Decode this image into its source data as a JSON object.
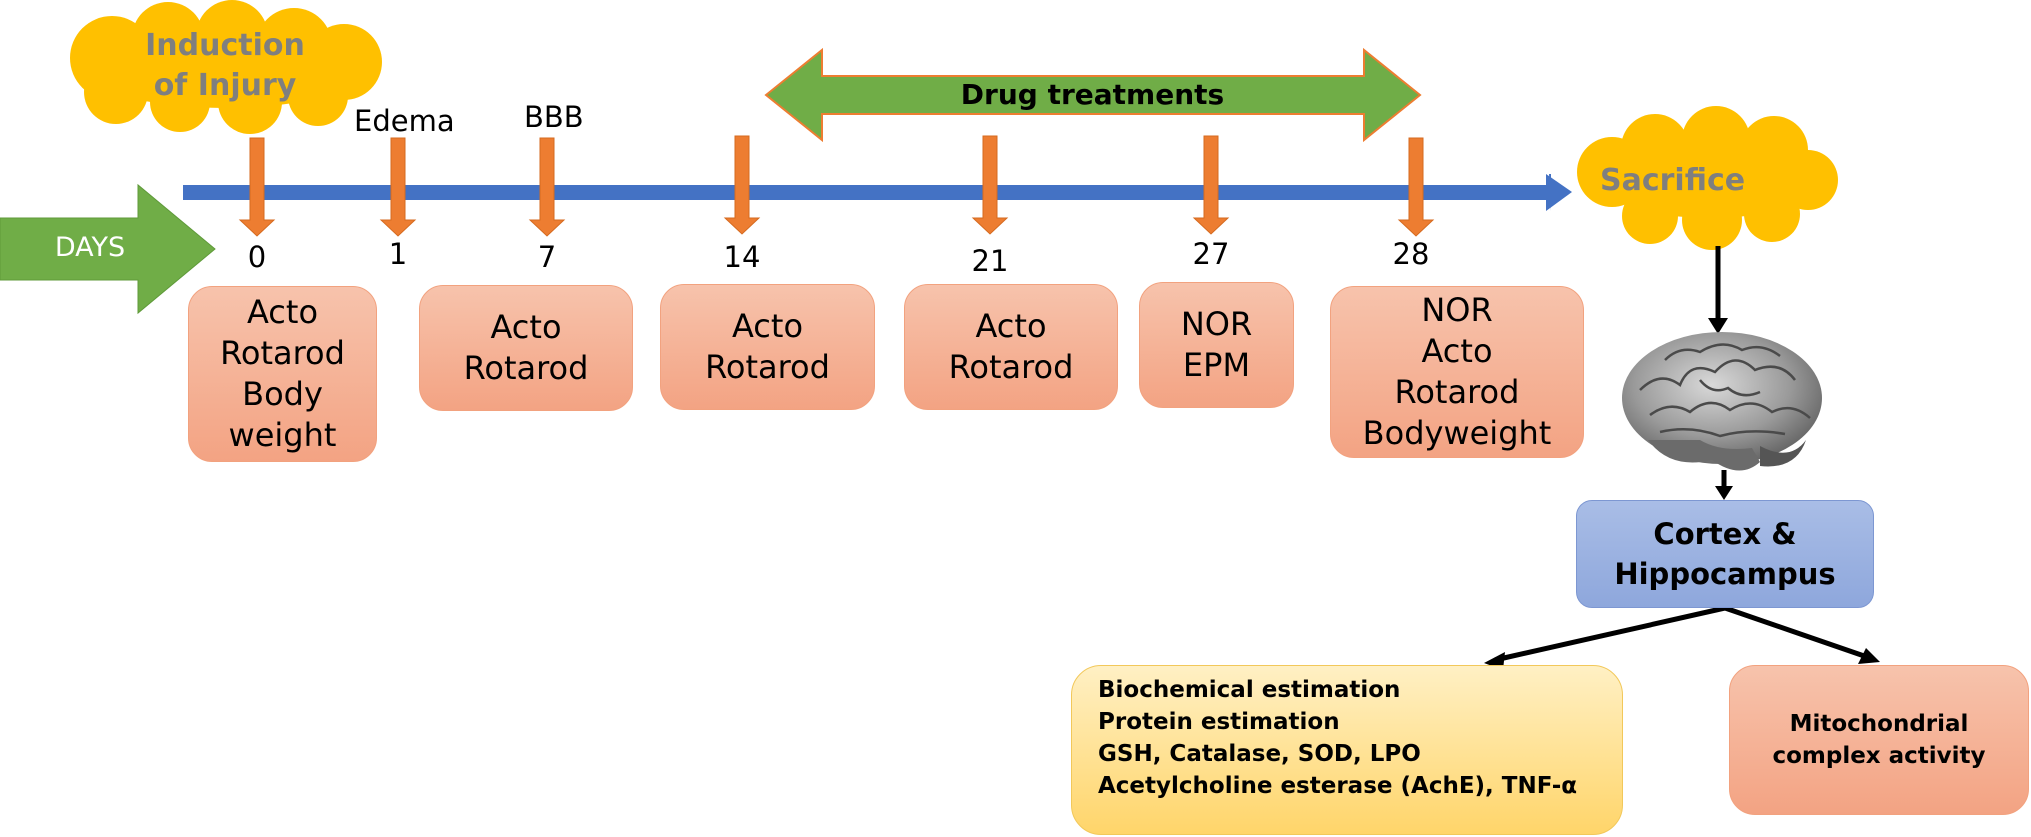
{
  "days_label": "DAYS",
  "injury_label": "Induction\nof Injury",
  "sacrifice_label": "Sacrifice",
  "drug_label": "Drug treatments",
  "edema_label": "Edema",
  "bbb_label": "BBB",
  "days": [
    "0",
    "1",
    "7",
    "14",
    "21",
    "27",
    "28"
  ],
  "tests": [
    "Acto\nRotarod\nBody\nweight",
    "Acto\nRotarod",
    "Acto\nRotarod",
    "Acto\nRotarod",
    "NOR\nEPM",
    "NOR\nActo\nRotarod\nBodyweight"
  ],
  "region_label": "Cortex &\nHippocampus",
  "biochem_lines": [
    "Biochemical estimation",
    "Protein estimation",
    "GSH, Catalase, SOD, LPO",
    "Acetylcholine esterase (AchE), TNF-α"
  ],
  "mito_label": "Mitochondrial\ncomplex activity",
  "colors": {
    "timeline": "#4472c4",
    "arrow": "#ed7d31",
    "green": "#70ad47",
    "cloud": "#ffc000",
    "cloud_text": "#7f7f7f",
    "box": "#f4b183",
    "region_box": "#8faadc",
    "biochem_box": "#ffd966"
  },
  "icons": {
    "brain": "brain-image"
  }
}
